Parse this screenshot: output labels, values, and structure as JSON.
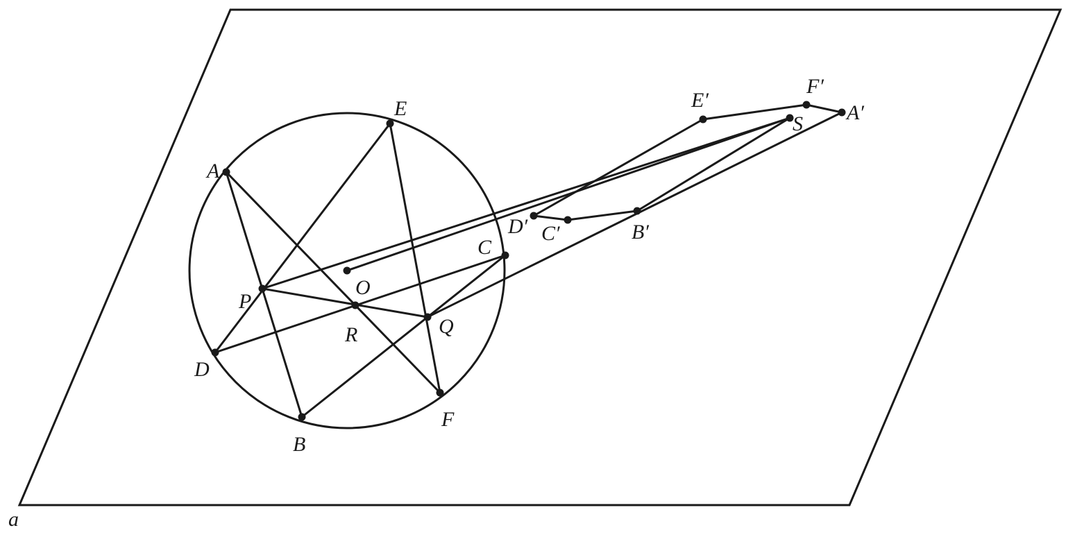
{
  "plane_label": "a",
  "points": [
    {
      "id": "A",
      "label": "A"
    },
    {
      "id": "B",
      "label": "B"
    },
    {
      "id": "C",
      "label": "C"
    },
    {
      "id": "D",
      "label": "D"
    },
    {
      "id": "E",
      "label": "E"
    },
    {
      "id": "F",
      "label": "F"
    },
    {
      "id": "O",
      "label": "O"
    },
    {
      "id": "P",
      "label": "P"
    },
    {
      "id": "Q",
      "label": "Q"
    },
    {
      "id": "R",
      "label": "R"
    },
    {
      "id": "S",
      "label": "S"
    },
    {
      "id": "A1",
      "label": "A′"
    },
    {
      "id": "B1",
      "label": "B′"
    },
    {
      "id": "C1",
      "label": "C′"
    },
    {
      "id": "D1",
      "label": "D′"
    },
    {
      "id": "E1",
      "label": "E′"
    },
    {
      "id": "F1",
      "label": "F′"
    }
  ],
  "segments": [
    [
      "A",
      "B"
    ],
    [
      "A",
      "F"
    ],
    [
      "E",
      "D"
    ],
    [
      "E",
      "F"
    ],
    [
      "D",
      "C"
    ],
    [
      "B",
      "C"
    ],
    [
      "P",
      "Q"
    ],
    [
      "P",
      "S"
    ],
    [
      "O",
      "S"
    ],
    [
      "Q",
      "A1"
    ],
    [
      "A1",
      "F1"
    ],
    [
      "F1",
      "E1"
    ],
    [
      "E1",
      "D1"
    ],
    [
      "D1",
      "C1"
    ],
    [
      "C1",
      "B1"
    ],
    [
      "B1",
      "S"
    ]
  ]
}
